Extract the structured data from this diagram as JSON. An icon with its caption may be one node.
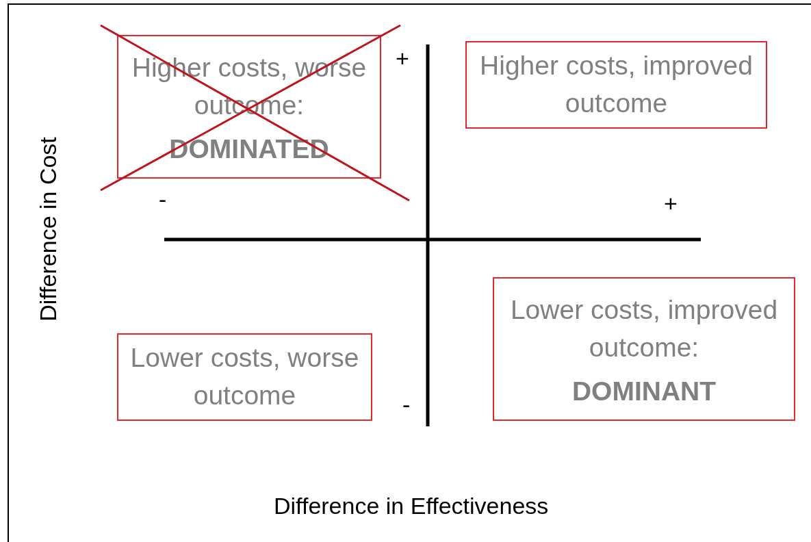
{
  "diagram": {
    "nodes": [
      {
        "text": [
          "Higher costs, worse outcome:",
          "DOMINATED"
        ]
      },
      {
        "text": [
          "Higher costs, improved outcome"
        ]
      },
      {
        "text": [
          "Lower costs, worse outcome"
        ]
      },
      {
        "text": [
          "Lower costs, improved outcome:",
          "DOMINANT"
        ]
      }
    ],
    "labels": [
      "+",
      "-",
      "+",
      "-",
      "Difference in Cost",
      "Difference in Effectiveness"
    ]
  }
}
